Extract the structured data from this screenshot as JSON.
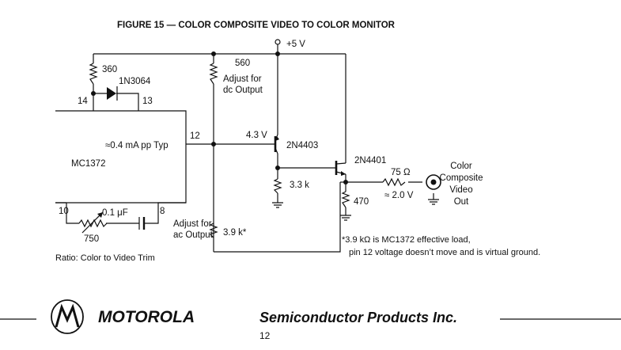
{
  "figure": {
    "title": "FIGURE 15 — COLOR COMPOSITE VIDEO TO COLOR MONITOR"
  },
  "pins": {
    "p14": "14",
    "p13": "13",
    "p12": "12",
    "p10": "10",
    "p8": "8"
  },
  "components": {
    "r360": "360",
    "diode": "1N3064",
    "r560": "560",
    "adjust_dc_1": "Adjust for",
    "adjust_dc_2": "dc Output",
    "supply": "+5 V",
    "current": "≈0.4 mA pp Typ",
    "ic": "MC1372",
    "v_base": "4.3 V",
    "q1": "2N4403",
    "q2": "2N4401",
    "r3k3": "3.3 k",
    "r470": "470",
    "r75": "75 Ω",
    "v_out": "≈ 2.0 V",
    "cap": "0.1 μF",
    "r750": "750",
    "adjust_ac_1": "Adjust for",
    "adjust_ac_2": "ac Output",
    "r3k9": "3.9 k*"
  },
  "output": {
    "line1": "Color",
    "line2": "Composite",
    "line3": "Video",
    "line4": "Out"
  },
  "notes": {
    "line1": "*3.9 kΩ is MC1372 effective load,",
    "line2": "pin 12 voltage doesn’t move and is virtual ground.",
    "ratio": "Ratio: Color to Video Trim"
  },
  "footer": {
    "brand": "MOTOROLA",
    "tagline": "Semiconductor Products Inc.",
    "page": "12"
  }
}
